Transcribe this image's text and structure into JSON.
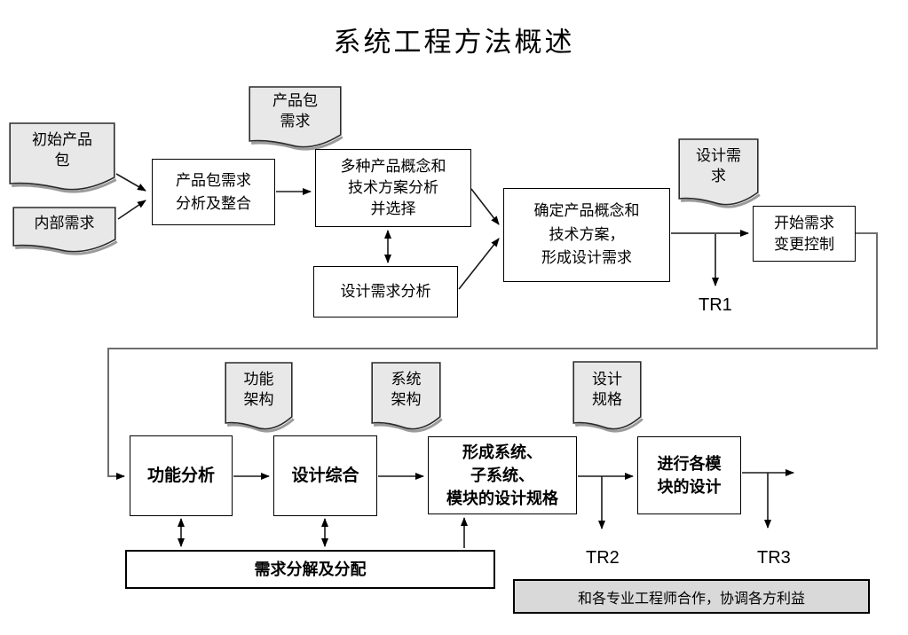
{
  "title": "系统工程方法概述",
  "nodes": {
    "initial_package": {
      "lines": [
        "初始产品",
        "包"
      ]
    },
    "internal_req": {
      "lines": [
        "内部需求"
      ]
    },
    "package_req_doc": {
      "lines": [
        "产品包",
        "需求"
      ]
    },
    "pkg_req_analysis": {
      "lines": [
        "产品包需求",
        "分析及整合"
      ]
    },
    "multi_concept": {
      "lines": [
        "多种产品概念和",
        "技术方案分析",
        "并选择"
      ]
    },
    "design_req_analysis": {
      "lines": [
        "设计需求分析"
      ]
    },
    "confirm_concept": {
      "lines": [
        "确定产品概念和",
        "技术方案，",
        "形成设计需求"
      ]
    },
    "design_req_doc": {
      "lines": [
        "设计需",
        "求"
      ]
    },
    "change_control": {
      "lines": [
        "开始需求",
        "变更控制"
      ]
    },
    "func_arch_doc": {
      "lines": [
        "功能",
        "架构"
      ]
    },
    "sys_arch_doc": {
      "lines": [
        "系统",
        "架构"
      ]
    },
    "design_spec_doc": {
      "lines": [
        "设计",
        "规格"
      ]
    },
    "func_analysis": {
      "lines": [
        "功能分析"
      ]
    },
    "design_synthesis": {
      "lines": [
        "设计综合"
      ]
    },
    "form_specs": {
      "lines": [
        "形成系统、",
        "子系统、",
        "模块的设计规格"
      ]
    },
    "module_design": {
      "lines": [
        "进行各模",
        "块的设计"
      ]
    },
    "req_decompose": {
      "lines": [
        "需求分解及分配"
      ]
    },
    "collaboration": {
      "lines": [
        "和各专业工程师合作，协调各方利益"
      ]
    }
  },
  "labels": {
    "tr1": "TR1",
    "tr2": "TR2",
    "tr3": "TR3"
  },
  "colors": {
    "doc_fill": "#e8e8e8",
    "doc_border": "#2b2b2b",
    "doc_shadow": "#9b9b9b",
    "box_fill": "#ffffff",
    "box_border": "#000000",
    "collab_fill": "#d9d9d9",
    "connector": "#1a1a1a",
    "elbow_connector": "#6e6e6e"
  }
}
